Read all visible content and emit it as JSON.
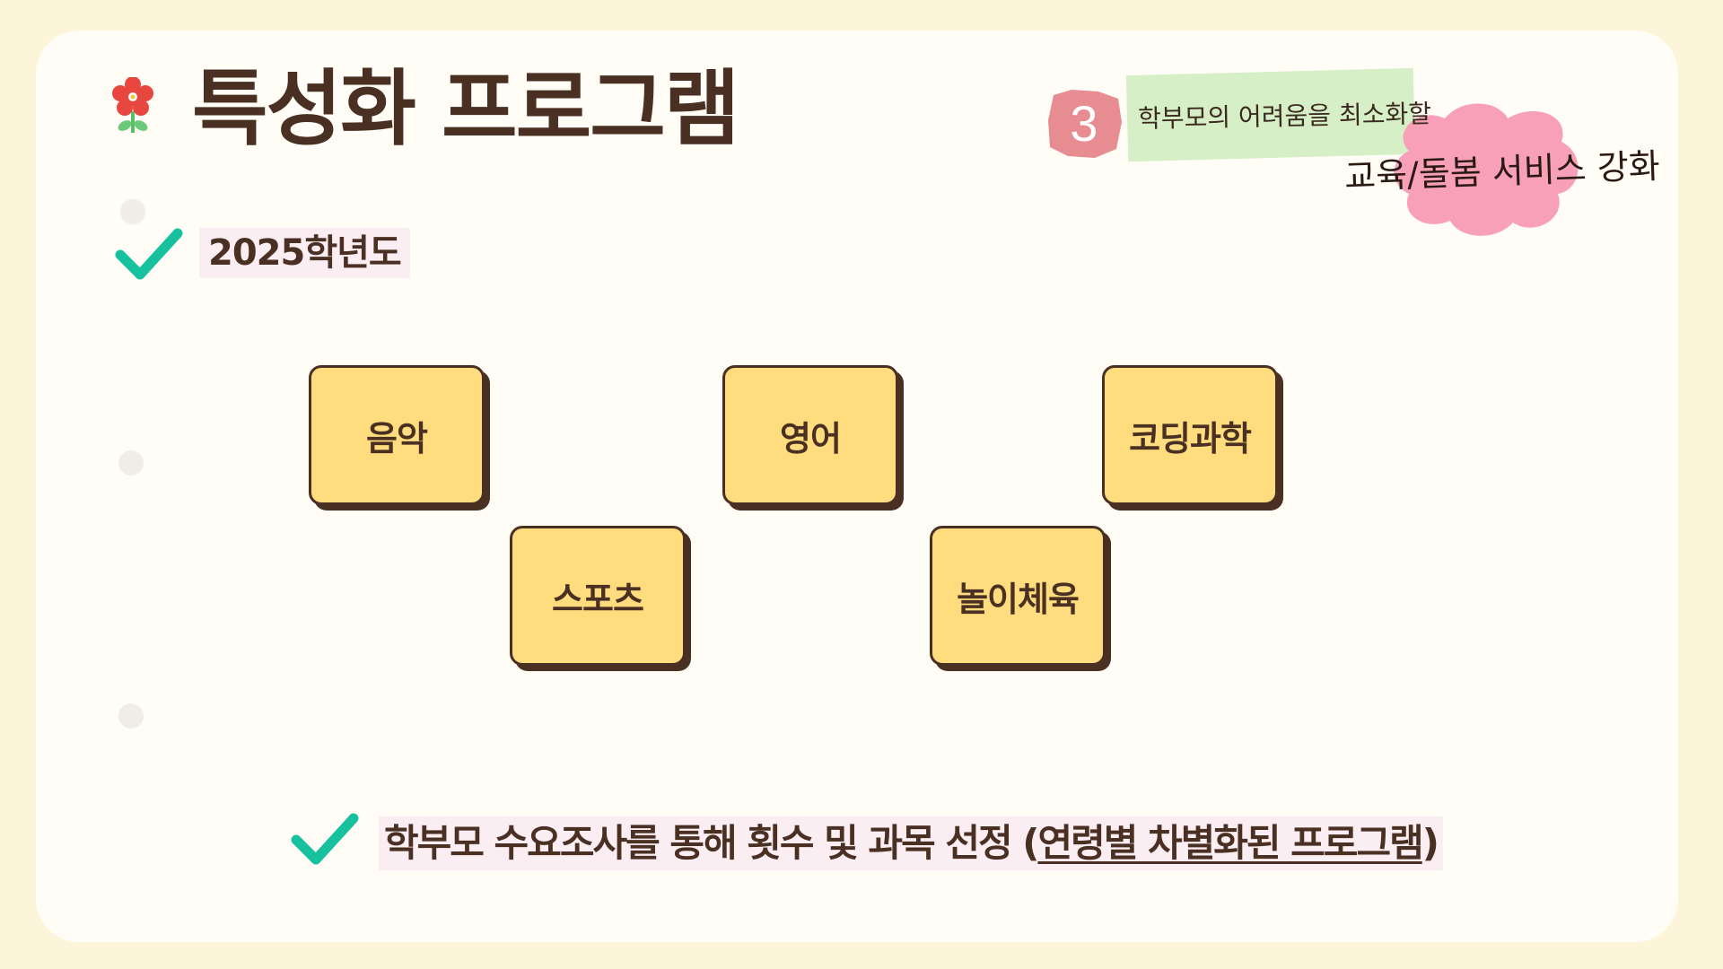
{
  "title": "특성화 프로그램",
  "year_label": "2025학년도",
  "badge": {
    "number": "3",
    "line1": "학부모의 어려움을 최소화할",
    "line2": "교육/돌봄 서비스 강화"
  },
  "programs": [
    "음악",
    "영어",
    "코딩과학",
    "스포츠",
    "놀이체육"
  ],
  "bottom": {
    "prefix": "학부모 수요조사를 통해 횟수 및 과목 선정 (",
    "emphasis": "연령별 차별화된 프로그램",
    "suffix": ")"
  },
  "colors": {
    "background": "#fdf5d9",
    "card": "#fffdf6",
    "text": "#4a3022",
    "box_fill": "#ffdd7e",
    "check": "#17c1a0",
    "highlight_pink": "#fbeef3",
    "tape_green": "#d6efc7",
    "blob_pink": "#f7a0b8",
    "badge": "#e47f86"
  },
  "icons": [
    "flower-icon",
    "check-icon"
  ]
}
